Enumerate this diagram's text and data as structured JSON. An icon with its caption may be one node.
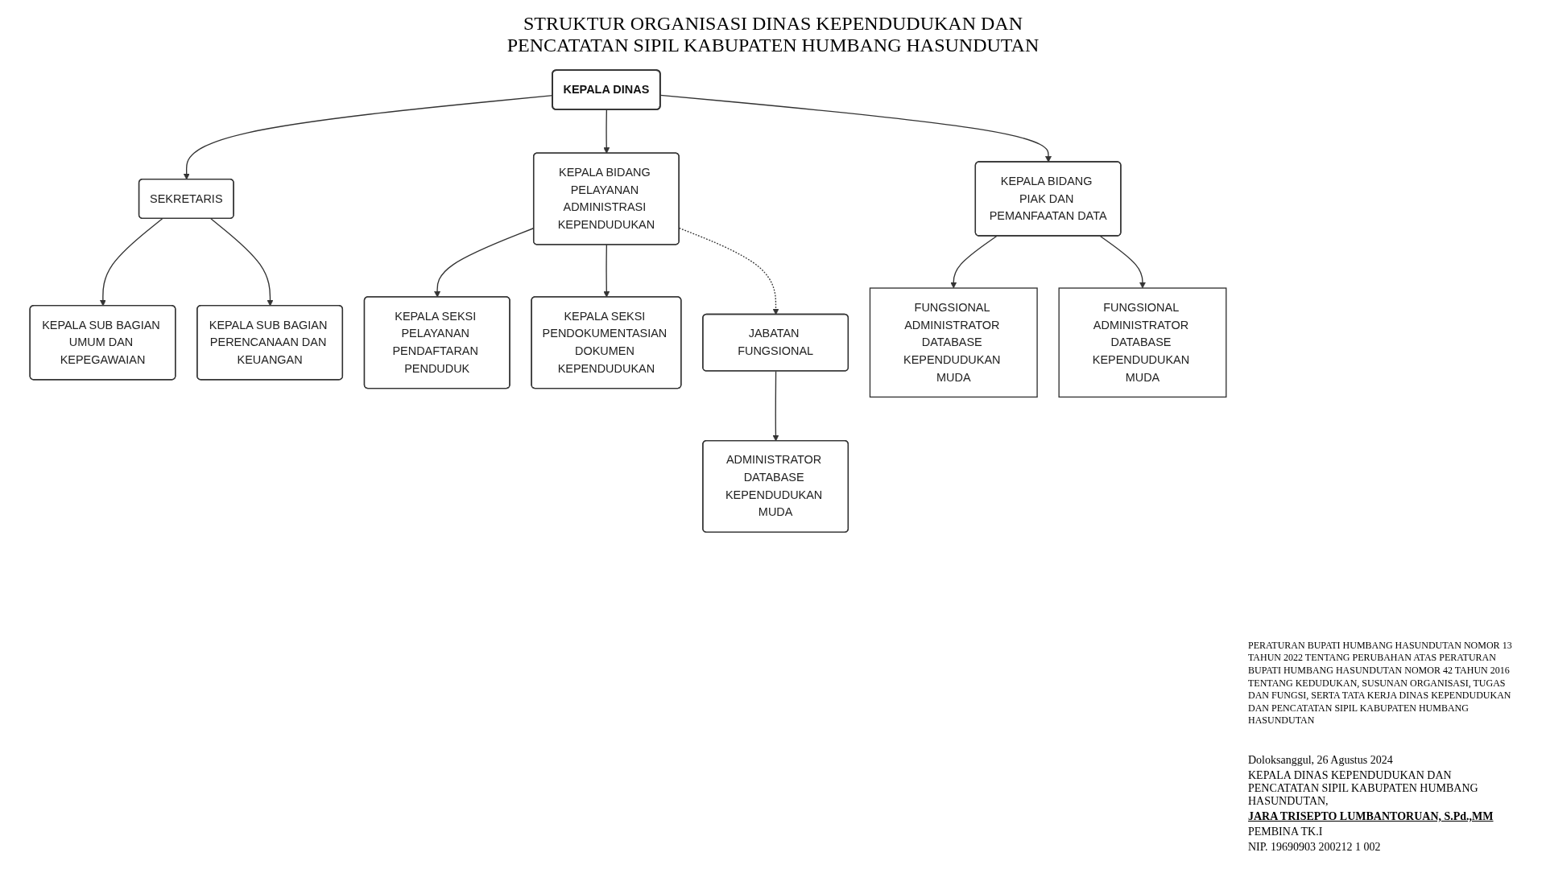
{
  "diagram": {
    "title": "STRUKTUR ORGANISASI DINAS KEPENDUDUKAN DAN PENCATATAN SIPIL KABUPATEN HUMBANG HASUNDUTAN",
    "nodes": [
      {
        "text": [
          "KEPALA DINAS"
        ]
      },
      {
        "text": [
          "SEKRETARIS"
        ]
      },
      {
        "text": [
          "KEPALA SUB BAGIAN UMUM DAN KEPEGAWAIAN"
        ]
      },
      {
        "text": [
          "KEPALA SUB BAGIAN PERENCANAAN DAN KEUANGAN"
        ]
      },
      {
        "text": [
          "KEPALA BIDANG PELAYANAN ADMINISTRASI KEPENDUDUKAN"
        ]
      },
      {
        "text": [
          "KEPALA SEKSI PELAYANAN PENDAFTARAN PENDUDUK"
        ]
      },
      {
        "text": [
          "KEPALA SEKSI PENDOKUMENTASIAN DOKUMEN KEPENDUDUKAN"
        ]
      },
      {
        "text": [
          "KEPALA BIDANG PIAK DAN PEMANFAATAN DATA"
        ]
      },
      {
        "text": [
          "FUNGSIONAL ADMINISTRATOR DATABASE KEPENDUDUKAN MUDA"
        ]
      },
      {
        "text": [
          "FUNGSIONAL ADMINISTRATOR DATABASE KEPENDUDUKAN MUDA"
        ]
      },
      {
        "text": [
          "JABATAN FUNGSIONAL"
        ]
      },
      {
        "text": [
          "ADMINISTRATOR DATABASE KEPENDUDUKAN MUDA"
        ]
      }
    ],
    "edges": [
      {
        "from": 0,
        "to": 1,
        "arrow": "to"
      },
      {
        "from": 0,
        "to": 4,
        "arrow": "to"
      },
      {
        "from": 0,
        "to": 7,
        "arrow": "to"
      },
      {
        "from": 1,
        "to": 2,
        "arrow": "to"
      },
      {
        "from": 1,
        "to": 3,
        "arrow": "to"
      },
      {
        "from": 4,
        "to": 5,
        "arrow": "to"
      },
      {
        "from": 4,
        "to": 6,
        "arrow": "to"
      },
      {
        "from": 4,
        "to": 10,
        "arrow": "to",
        "style": "dashed"
      },
      {
        "from": 10,
        "to": 11,
        "arrow": "to"
      },
      {
        "from": 7,
        "to": 9,
        "arrow": "to"
      },
      {
        "from": 7,
        "to": 8,
        "arrow": "to"
      }
    ],
    "labels": [
      "PERATURAN BUPATI HUMBANG HASUNDUTAN NOMOR 13 TAHUN 2022 TENTANG PERUBAHAN ATAS PERATURAN BUPATI HUMBANG HASUNDUTAN NOMOR 42 TAHUN 2016 TENTANG KEDUDUKAN, SUSUNAN ORGANISASI, TUGAS DAN FUNGSI, SERTA TATA KERJA DINAS KEPENDUDUKAN DAN PENCATATAN SIPIL KABUPATEN HUMBANG HASUNDUTAN",
      "Doloksanggul, 26 Agustus 2024",
      "KEPALA DINAS KEPENDUDUKAN DAN PENCATATAN SIPIL KABUPATEN HUMBANG HASUNDUTAN,",
      "JARA TRISEPTO LUMBANTORUAN, S.Pd.,MM",
      "PEMBINA TK.I",
      "NIP. 19690903 200212 1 002"
    ]
  }
}
